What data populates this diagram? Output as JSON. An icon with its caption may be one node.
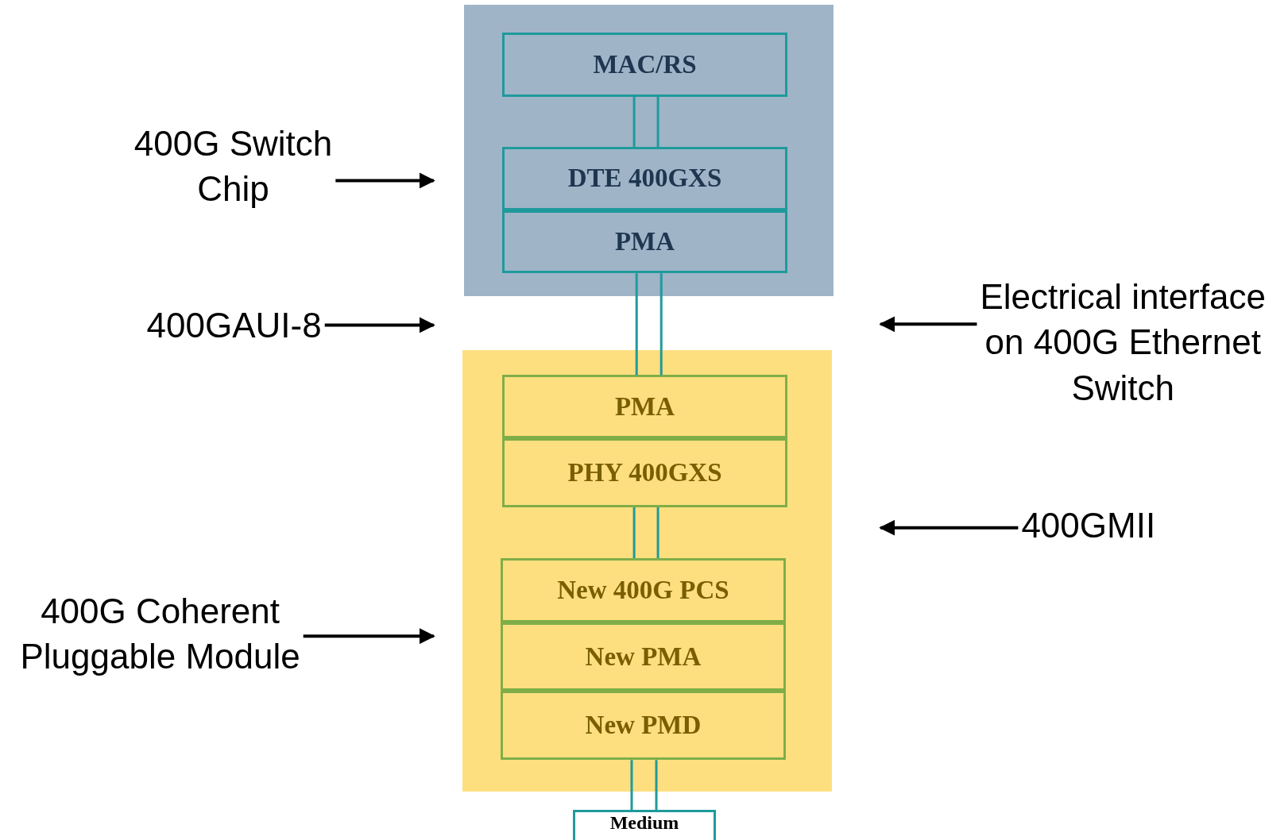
{
  "diagram": {
    "nodes": [
      {
        "text": [],
        "shape": "box"
      },
      {
        "text": [
          "MAC/RS"
        ],
        "in": 0
      },
      {
        "text": [
          "DTE 400GXS"
        ],
        "in": 0
      },
      {
        "text": [
          "PMA"
        ],
        "in": 0
      },
      {
        "text": [],
        "shape": "box"
      },
      {
        "text": [
          "PMA"
        ],
        "in": 4
      },
      {
        "text": [
          "PHY 400GXS"
        ],
        "in": 4
      },
      {
        "text": [
          "New 400G PCS"
        ],
        "in": 4
      },
      {
        "text": [
          "New PMA"
        ],
        "in": 4
      },
      {
        "text": [
          "New PMD"
        ],
        "in": 4
      },
      {
        "text": [
          "Medium"
        ]
      },
      {
        "text": [
          "400G Switch Chip"
        ]
      },
      {
        "text": [
          "400GAUI-8"
        ]
      },
      {
        "text": [
          "400G Coherent Pluggable Module"
        ]
      },
      {
        "text": [
          "Electrical interface on 400G Ethernet Switch"
        ]
      },
      {
        "text": [
          "400GMII"
        ]
      }
    ],
    "edges": [
      {
        "from": 1,
        "to": 2,
        "arrow": "none",
        "color": "#1f9a9c"
      },
      {
        "from": 3,
        "to": 5,
        "arrow": "none",
        "color": "#1f9a9c"
      },
      {
        "from": 6,
        "to": 7,
        "arrow": "none",
        "color": "#1f9a9c"
      },
      {
        "from": 9,
        "to": 10,
        "arrow": "none",
        "color": "#1f9a9c"
      },
      {
        "from": 11,
        "to": 0,
        "arrow": "to"
      },
      {
        "from": 12,
        "to": null,
        "arrow": "to"
      },
      {
        "from": 13,
        "to": 4,
        "arrow": "to"
      },
      {
        "from": 14,
        "to": null,
        "arrow": "to"
      },
      {
        "from": 15,
        "to": null,
        "arrow": "to"
      }
    ]
  }
}
